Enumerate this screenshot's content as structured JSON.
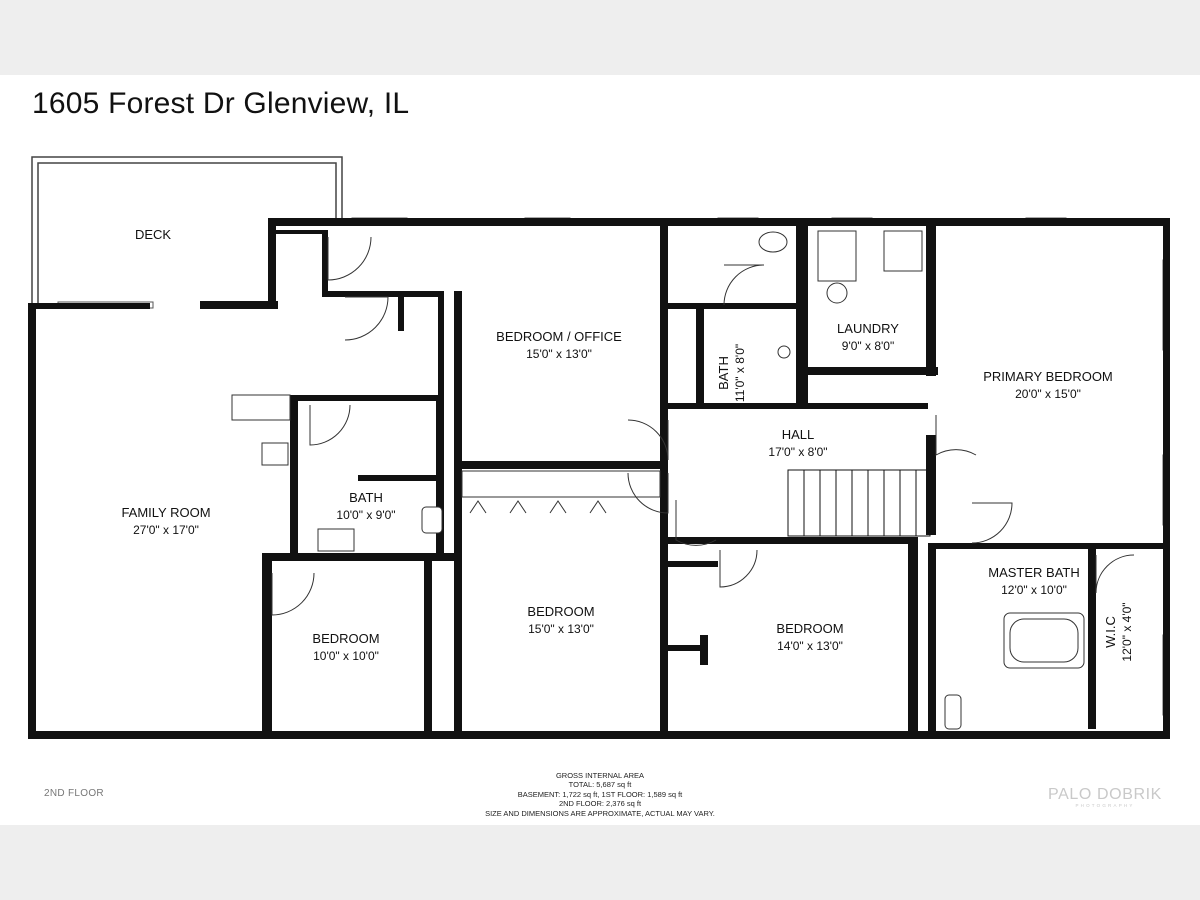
{
  "header": {
    "address": "1605 Forest Dr Glenview, IL"
  },
  "floor": {
    "label": "2ND FLOOR"
  },
  "rooms": [
    {
      "key": "deck",
      "name": "DECK",
      "dims": ""
    },
    {
      "key": "bedroom_office",
      "name": "BEDROOM / OFFICE",
      "dims": "15'0\" x 13'0\""
    },
    {
      "key": "bath_upper",
      "name": "BATH",
      "dims": "11'0\" x 8'0\""
    },
    {
      "key": "laundry",
      "name": "LAUNDRY",
      "dims": "9'0\" x 8'0\""
    },
    {
      "key": "primary_bedroom",
      "name": "PRIMARY BEDROOM",
      "dims": "20'0\" x 15'0\""
    },
    {
      "key": "hall",
      "name": "HALL",
      "dims": "17'0\" x 8'0\""
    },
    {
      "key": "family_room",
      "name": "FAMILY ROOM",
      "dims": "27'0\" x 17'0\""
    },
    {
      "key": "bath_mid",
      "name": "BATH",
      "dims": "10'0\" x 9'0\""
    },
    {
      "key": "bedroom_center",
      "name": "BEDROOM",
      "dims": "15'0\" x 13'0\""
    },
    {
      "key": "bedroom_right",
      "name": "BEDROOM",
      "dims": "14'0\" x 13'0\""
    },
    {
      "key": "master_bath",
      "name": "MASTER BATH",
      "dims": "12'0\" x 10'0\""
    },
    {
      "key": "wic",
      "name": "W.I.C",
      "dims": "12'0\" x 4'0\""
    },
    {
      "key": "bedroom_left",
      "name": "BEDROOM",
      "dims": "10'0\" x 10'0\""
    }
  ],
  "area_summary": {
    "title": "GROSS INTERNAL AREA",
    "total": "TOTAL: 5,687 sq ft",
    "levels": "BASEMENT: 1,722 sq ft, 1ST FLOOR: 1,589 sq ft",
    "second_floor": "2ND FLOOR: 2,376 sq ft",
    "disclaimer": "SIZE AND DIMENSIONS ARE APPROXIMATE, ACTUAL MAY VARY."
  },
  "branding": {
    "name": "PALO DOBRIK",
    "tagline": "PHOTOGRAPHY"
  },
  "colors": {
    "wall": "#111111",
    "background": "#ffffff",
    "page_margin": "#eeeeee"
  }
}
